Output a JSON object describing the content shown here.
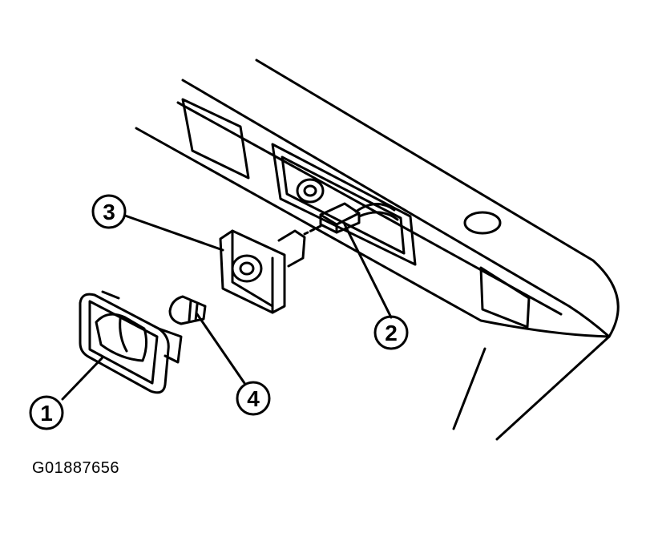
{
  "figure": {
    "id": "G01887656",
    "colors": {
      "line": "#000000",
      "background": "#ffffff"
    }
  },
  "callouts": [
    {
      "label": "1"
    },
    {
      "label": "2"
    },
    {
      "label": "3"
    },
    {
      "label": "4"
    }
  ]
}
